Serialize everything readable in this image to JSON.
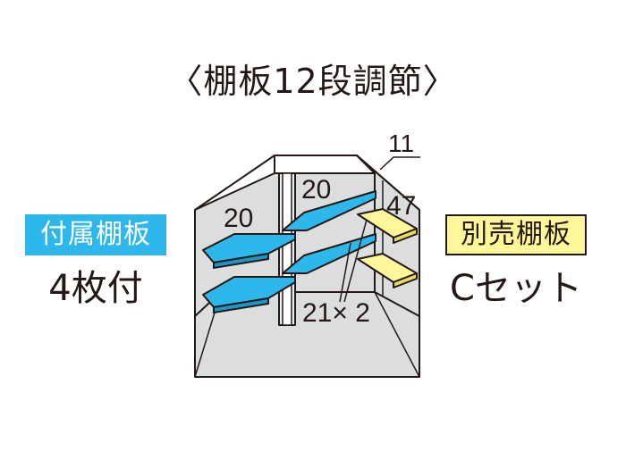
{
  "title": "〈棚板12段調節〉",
  "left": {
    "badge": "付属棚板",
    "caption": "4枚付"
  },
  "right": {
    "badge": "別売棚板",
    "caption": "Cセット"
  },
  "labels": {
    "top": "11",
    "back_left": "20",
    "back_right": "20",
    "side": "47",
    "count": "21× 2"
  },
  "colors": {
    "included_shelf": "#2eb7ea",
    "optional_shelf": "#fff799",
    "wall": "#dcdddd",
    "outline": "#231815"
  }
}
